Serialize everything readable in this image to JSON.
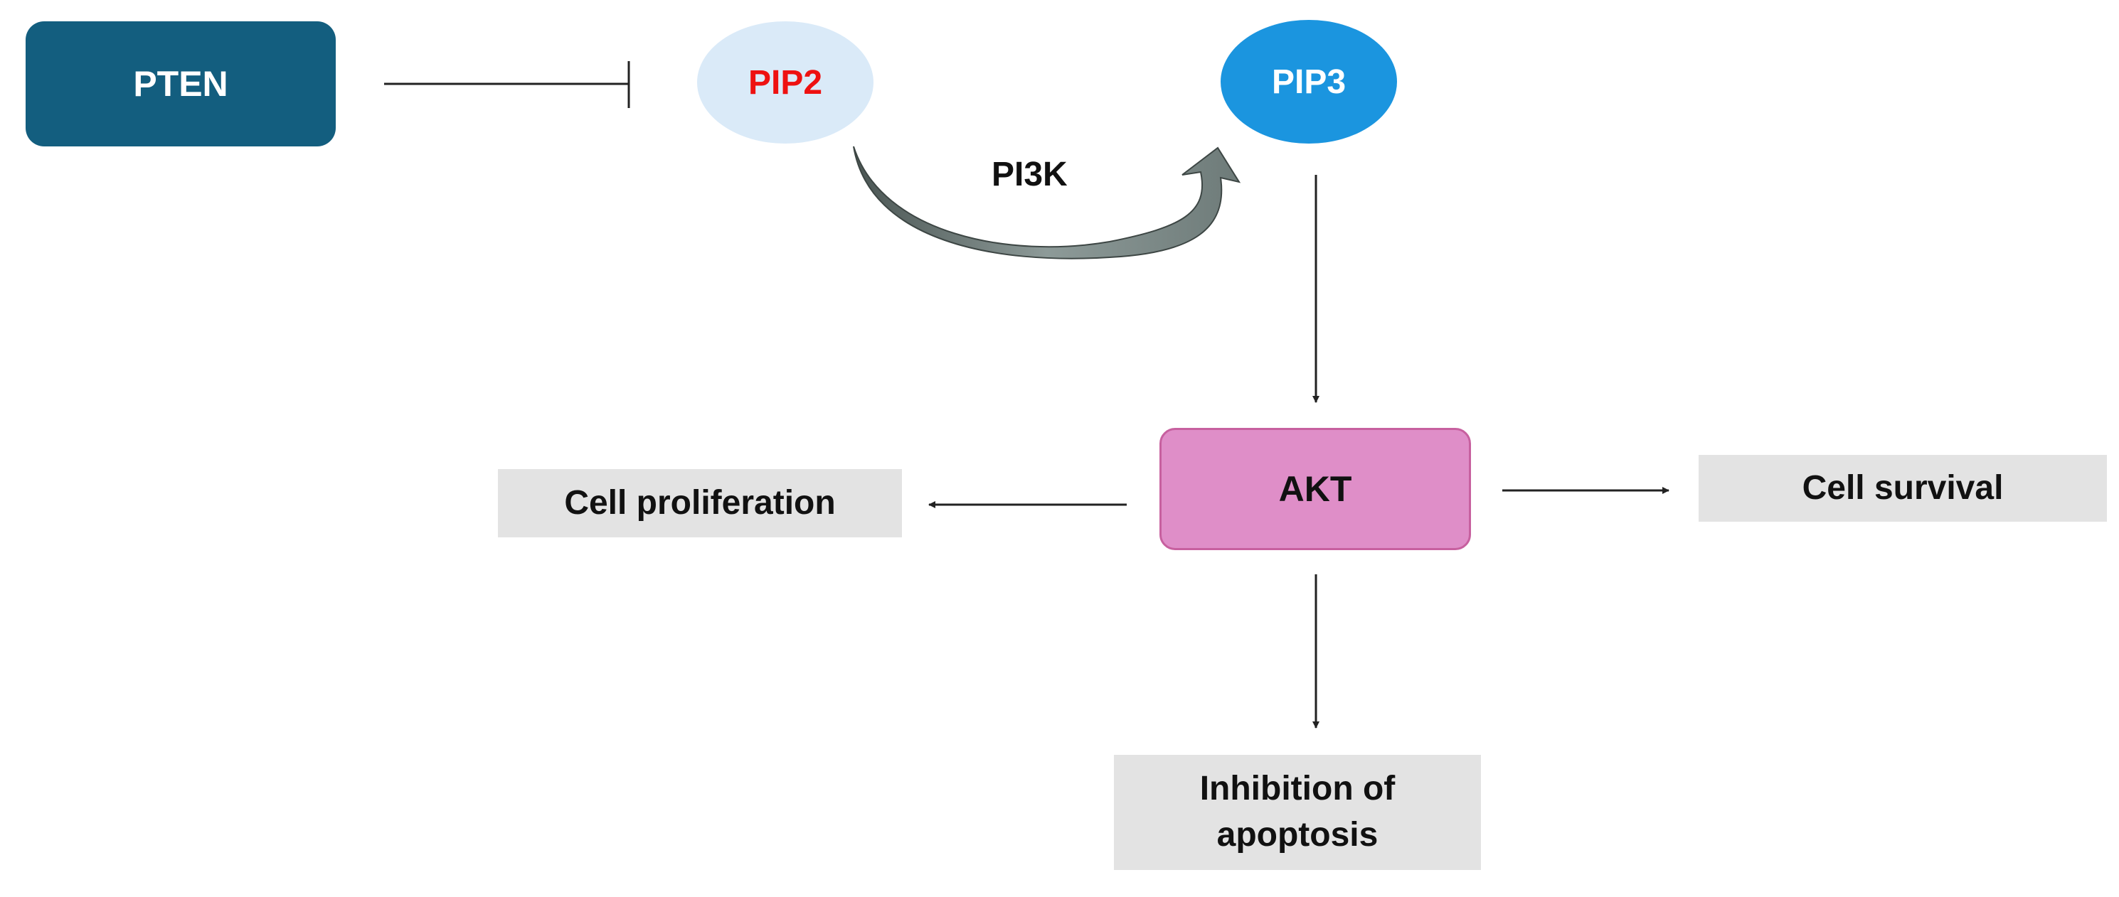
{
  "nodes": {
    "pten": "PTEN",
    "pip2": "PIP2",
    "pip3": "PIP3",
    "akt": "AKT"
  },
  "enzyme_label": "PI3K",
  "outcomes": {
    "cell_proliferation": "Cell proliferation",
    "cell_survival": "Cell survival",
    "inhibition_of_apoptosis_line1": "Inhibition of",
    "inhibition_of_apoptosis_line2": "apoptosis"
  },
  "colors": {
    "pten_fill": "#135e7f",
    "pip2_fill": "#daeaf8",
    "pip2_text": "#ee1111",
    "pip3_fill": "#1b95df",
    "akt_fill": "#df8ec8",
    "outcome_fill": "#e3e3e3",
    "curved_arrow": "#7a8a88"
  },
  "edges": [
    {
      "from": "PTEN",
      "to": "PIP2",
      "type": "inhibition"
    },
    {
      "from": "PIP2",
      "to": "PIP3",
      "type": "conversion",
      "label": "PI3K"
    },
    {
      "from": "PIP3",
      "to": "AKT",
      "type": "activation"
    },
    {
      "from": "AKT",
      "to": "Cell proliferation",
      "type": "activation"
    },
    {
      "from": "AKT",
      "to": "Cell survival",
      "type": "activation"
    },
    {
      "from": "AKT",
      "to": "Inhibition of apoptosis",
      "type": "activation"
    }
  ]
}
